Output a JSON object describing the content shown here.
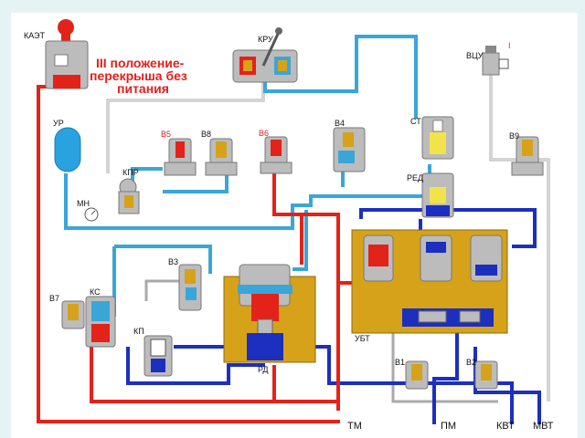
{
  "title": {
    "line1": "III положение-",
    "line2": "перекрыша без",
    "line3": "питания"
  },
  "labels": {
    "kaet": "КАЭТ",
    "kru": "КРУ",
    "vcu": "ВЦУ",
    "roman1": "I",
    "ur": "УР",
    "b5": "В5",
    "b8": "В8",
    "b6": "В6",
    "b4": "В4",
    "st": "СТ",
    "red": "РЕД",
    "b9": "В9",
    "kpr": "КПР",
    "mn": "МН",
    "b3": "В3",
    "b7": "В7",
    "ks": "КС",
    "kp": "КП",
    "rd": "РД",
    "ubt": "УБТ",
    "b1": "В1",
    "b2": "В2",
    "tm": "ТМ",
    "pm": "ПМ",
    "kvt": "КВТ",
    "mvt": "МВТ"
  },
  "colors": {
    "supply": "#e32219",
    "control": "#3aa6d8",
    "brake": "#1c2fbf",
    "exhaust": "#aaaaaa",
    "body": "#d6a21a",
    "valve": "#bcbcbc",
    "ur_tank": "#2aa2e0",
    "title": "#e0201e"
  }
}
